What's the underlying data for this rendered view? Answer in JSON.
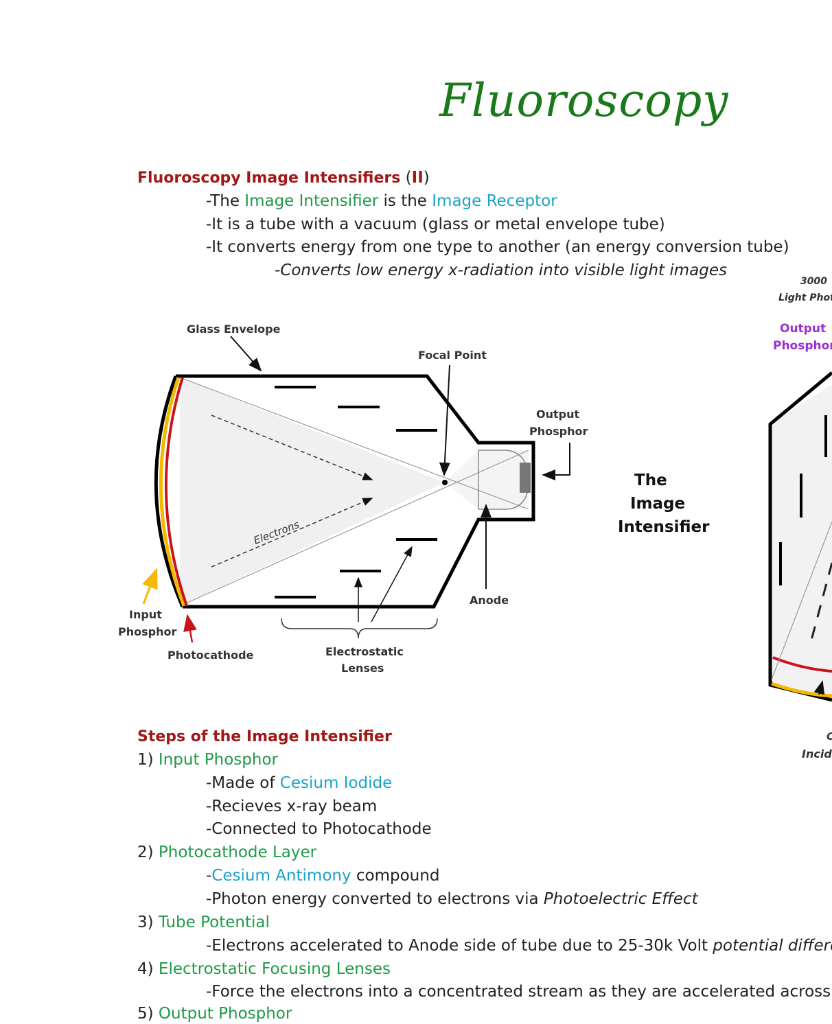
{
  "page": {
    "title": "Fluoroscopy"
  },
  "intro": {
    "heading": "Fluoroscopy Image Intensifiers",
    "heading_paren_open": "(",
    "heading_abbr": "II",
    "heading_paren_close": ")",
    "line1_pre": "-The ",
    "line1_term1": "Image Intensifier",
    "line1_mid": " is the ",
    "line1_term2": "Image Receptor",
    "line2": "-It is a tube with a vacuum (glass or metal envelope tube)",
    "line3": "-It converts energy from one type to another (an energy conversion tube)",
    "line4": "-Converts low energy x-radiation into visible light images"
  },
  "diagram": {
    "labels": {
      "glass_envelope": "Glass Envelope",
      "focal_point": "Focal Point",
      "output_phosphor_1": "Output",
      "output_phosphor_2": "Phosphor",
      "electrons": "Electrons",
      "input_phosphor_1": "Input",
      "input_phosphor_2": "Phosphor",
      "photocathode": "Photocathode",
      "electrostatic_1": "Electrostatic",
      "electrostatic_2": "Lenses",
      "anode": "Anode"
    },
    "caption": {
      "line1": "The",
      "line2": "Image",
      "line3": "Intensifier"
    },
    "colors": {
      "input_phosphor": "#f5b800",
      "photocathode": "#c8141e",
      "outline": "#000000"
    }
  },
  "side_diagram": {
    "num": "3000",
    "light_photo": "Light Photo",
    "output_1": "Output",
    "output_2": "Phosphor",
    "bottom_c": "C",
    "incide": "Incide",
    "output_color": "#9b30d0"
  },
  "steps": {
    "heading": "Steps of the Image Intensifier",
    "s1_num": "1) ",
    "s1_title": "Input Phosphor",
    "s1_a_pre": "-Made of ",
    "s1_a_term": "Cesium Iodide",
    "s1_b": "-Recieves x-ray beam",
    "s1_c": "-Connected to Photocathode",
    "s2_num": "2) ",
    "s2_title": "Photocathode Layer",
    "s2_a_pre": "-",
    "s2_a_term": "Cesium Antimony",
    "s2_a_post": " compound",
    "s2_b_pre": "-Photon energy converted to electrons via ",
    "s2_b_ital": "Photoelectric Effect",
    "s3_num": "3) ",
    "s3_title": "Tube Potential",
    "s3_a_pre": "-Electrons accelerated to Anode side of tube due to 25-30k Volt ",
    "s3_a_ital": "potential differen",
    "s4_num": "4) ",
    "s4_title": "Electrostatic Focusing Lenses",
    "s4_a": "-Force the electrons into a concentrated stream as they are accelerated across",
    "s5_num": "5) ",
    "s5_title": "Output Phosphor"
  }
}
